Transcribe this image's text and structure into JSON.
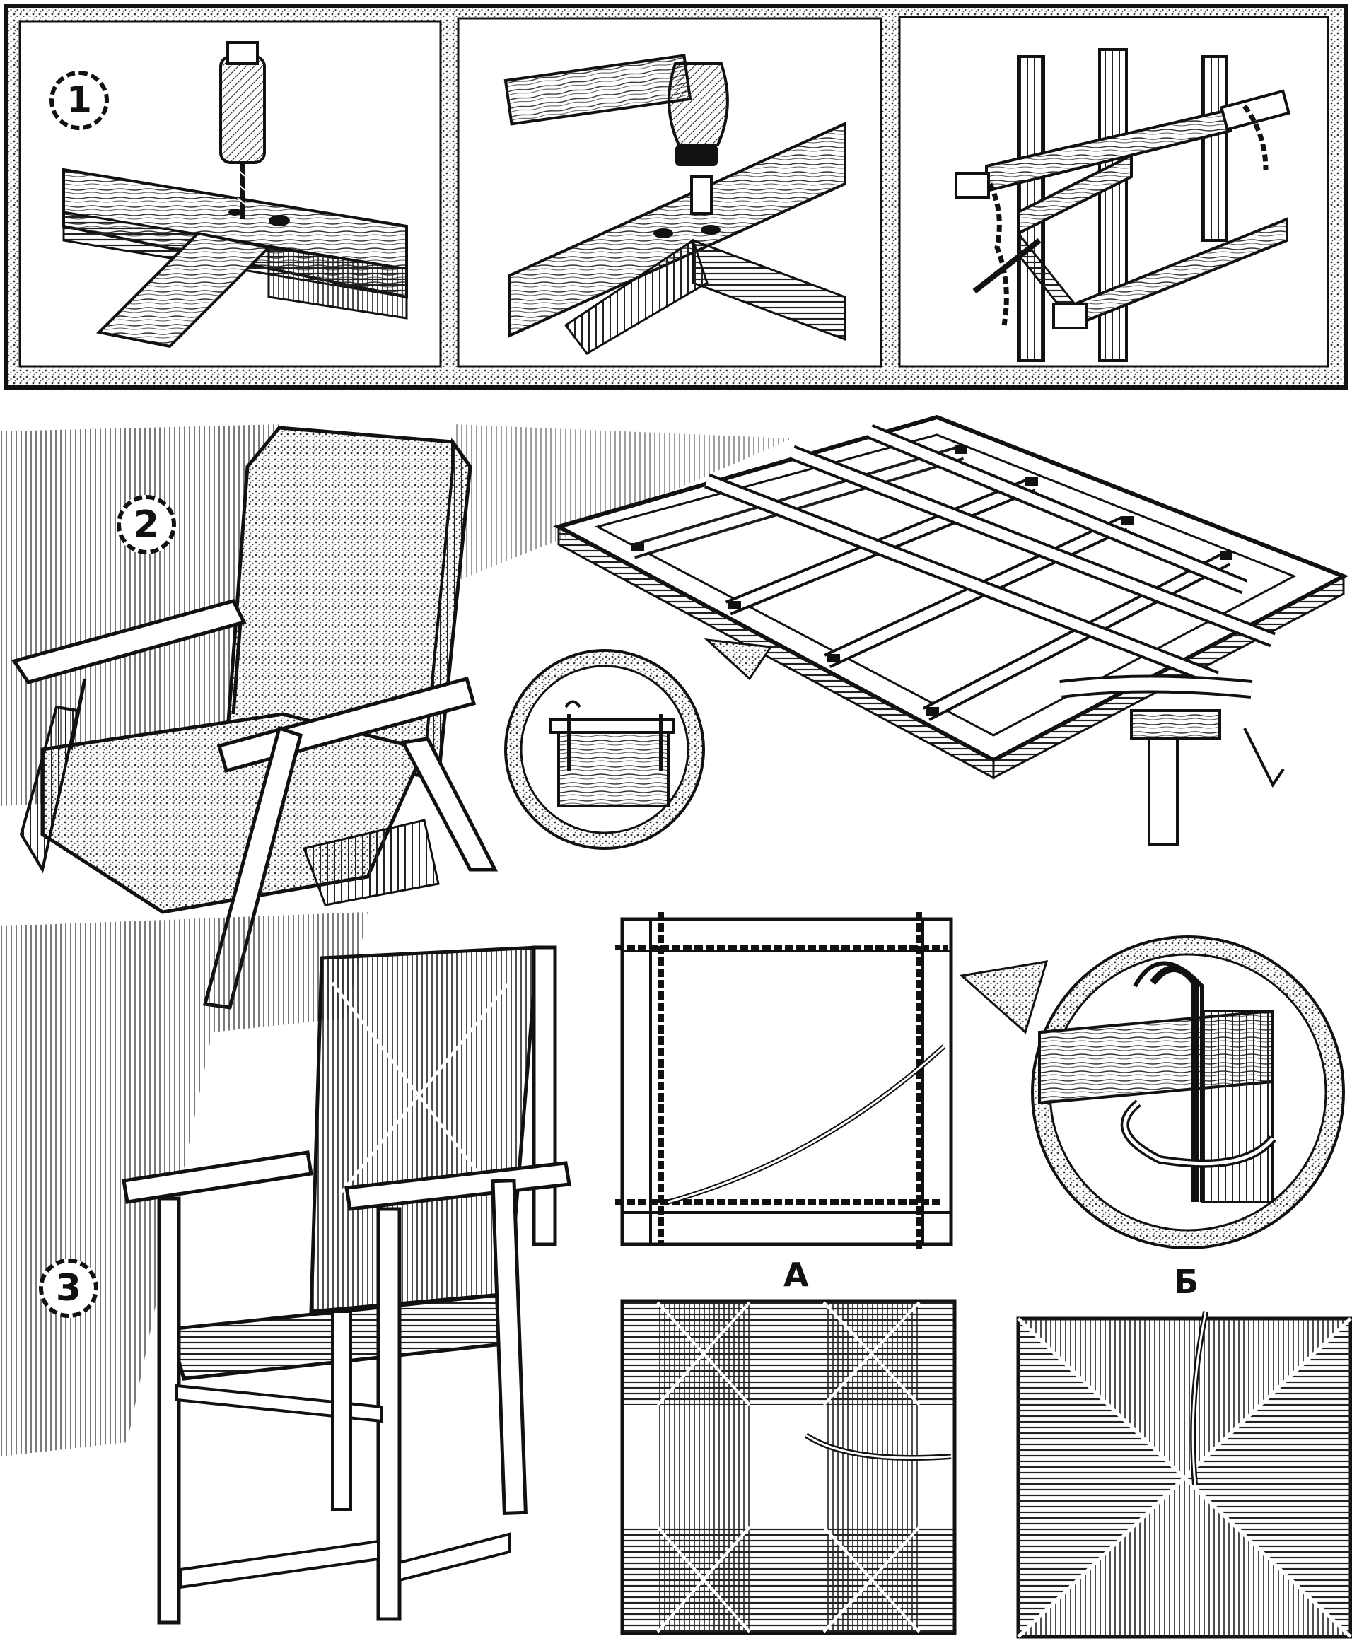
{
  "figure_labels": {
    "fig1": "1",
    "fig2": "2",
    "fig3": "3",
    "variant_a": "А",
    "variant_b": "Б"
  },
  "colors": {
    "ink": "#111111",
    "paper": "#ffffff",
    "stipple": "#6b6b6b"
  }
}
